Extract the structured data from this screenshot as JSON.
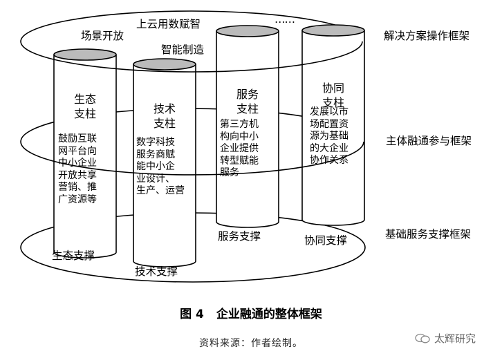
{
  "frameworks": {
    "top_label": "解决方案操作框架",
    "middle_label": "主体融通参与框架",
    "bottom_label": "基础服务支撑框架"
  },
  "top_tags": {
    "scenario": "场景开放",
    "cloud": "上云用数赋智",
    "manufacturing": "智能制造",
    "more": "……"
  },
  "pillars": [
    {
      "title": [
        "生态",
        "支柱"
      ],
      "body": [
        "鼓励互联",
        "网平台向",
        "中小企业",
        "开放共享",
        "营销、推",
        "广资源等"
      ],
      "base_label": "生态支撑"
    },
    {
      "title": [
        "技术",
        "支柱"
      ],
      "body": [
        "数字科技",
        "服务商赋",
        "能中小企",
        "业设计、",
        "生产、运营"
      ],
      "base_label": "技术支撑"
    },
    {
      "title": [
        "服务",
        "支柱"
      ],
      "body": [
        "第三方机",
        "构向中小",
        "企业提供",
        "转型赋能",
        "服务"
      ],
      "base_label": "服务支撑"
    },
    {
      "title": [
        "协同",
        "支柱"
      ],
      "body": [
        "发展以市",
        "场配置资",
        "源为基础",
        "的大企业",
        "协作关系"
      ],
      "base_label": "协同支撑"
    }
  ],
  "caption": {
    "number": "图 4",
    "title": "企业融通的整体框架"
  },
  "source": "资料来源：作者绘制。",
  "watermark": "太辉研究"
}
